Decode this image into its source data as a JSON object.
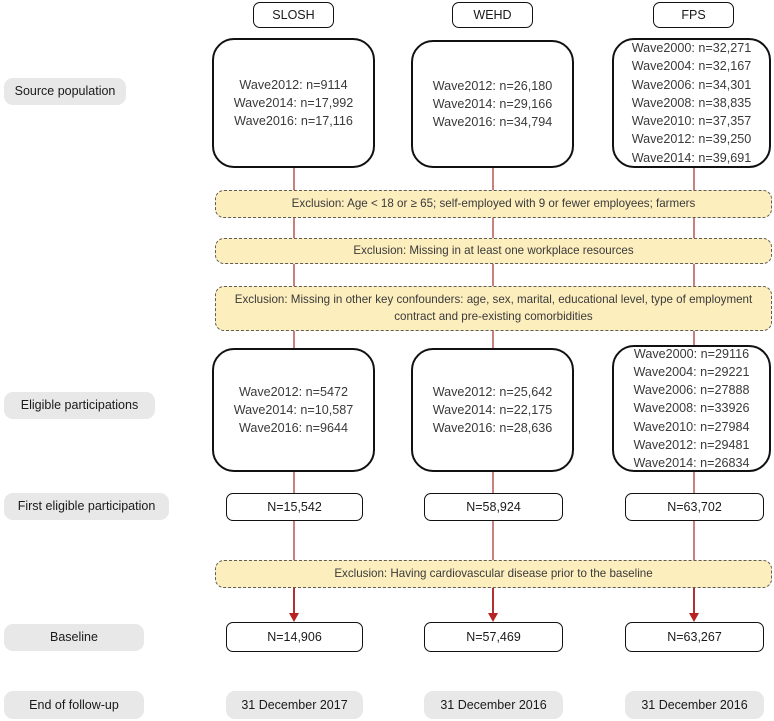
{
  "figure": {
    "type": "flowchart",
    "title": "Study cohort selection flow chart"
  },
  "row_labels": {
    "source_population": "Source population",
    "eligible_participations": "Eligible participations",
    "first_eligible_participation": "First eligible participation",
    "baseline": "Baseline",
    "end_of_follow_up": "End of follow-up"
  },
  "cohorts": [
    {
      "name": "SLOSH",
      "source_population": "Wave2012: n=9114\nWave2014: n=17,992\nWave2016: n=17,116",
      "eligible_participations": "Wave2012: n=5472\nWave2014: n=10,587\nWave2016: n=9644",
      "first_eligible_participation": "N=15,542",
      "baseline": "N=14,906",
      "end_of_follow_up": "31 December 2017"
    },
    {
      "name": "WEHD",
      "source_population": "Wave2012: n=26,180\nWave2014: n=29,166\nWave2016: n=34,794",
      "eligible_participations": "Wave2012: n=25,642\nWave2014: n=22,175\nWave2016: n=28,636",
      "first_eligible_participation": "N=58,924",
      "baseline": "N=57,469",
      "end_of_follow_up": "31 December 2016"
    },
    {
      "name": "FPS",
      "source_population": "Wave2000: n=32,271\nWave2004: n=32,167\nWave2006: n=34,301\nWave2008: n=38,835\nWave2010: n=37,357\nWave2012: n=39,250\nWave2014: n=39,691",
      "eligible_participations": "Wave2000: n=29116\nWave2004: n=29221\nWave2006: n=27888\nWave2008: n=33926\nWave2010: n=27984\nWave2012: n=29481\nWave2014: n=26834",
      "first_eligible_participation": "N=63,702",
      "baseline": "N=63,267",
      "end_of_follow_up": "31 December 2016"
    }
  ],
  "exclusions": [
    "Exclusion: Age < 18 or ≥ 65; self-employed with 9 or fewer employees; farmers",
    "Exclusion: Missing in at least one workplace resources",
    "Exclusion: Missing in other key confounders: age, sex, marital, educational level, type of employment contract and pre-existing comorbidities",
    "Exclusion: Having cardiovascular disease prior to the baseline"
  ],
  "colors": {
    "exclusion_fill": "#fdeebe",
    "exclusion_border": "#5d5d5d",
    "label_fill": "#e8e8e8",
    "box_border": "#111111",
    "connector": "#c9817e",
    "arrow": "#b72222",
    "text": "#3a3a3a"
  }
}
